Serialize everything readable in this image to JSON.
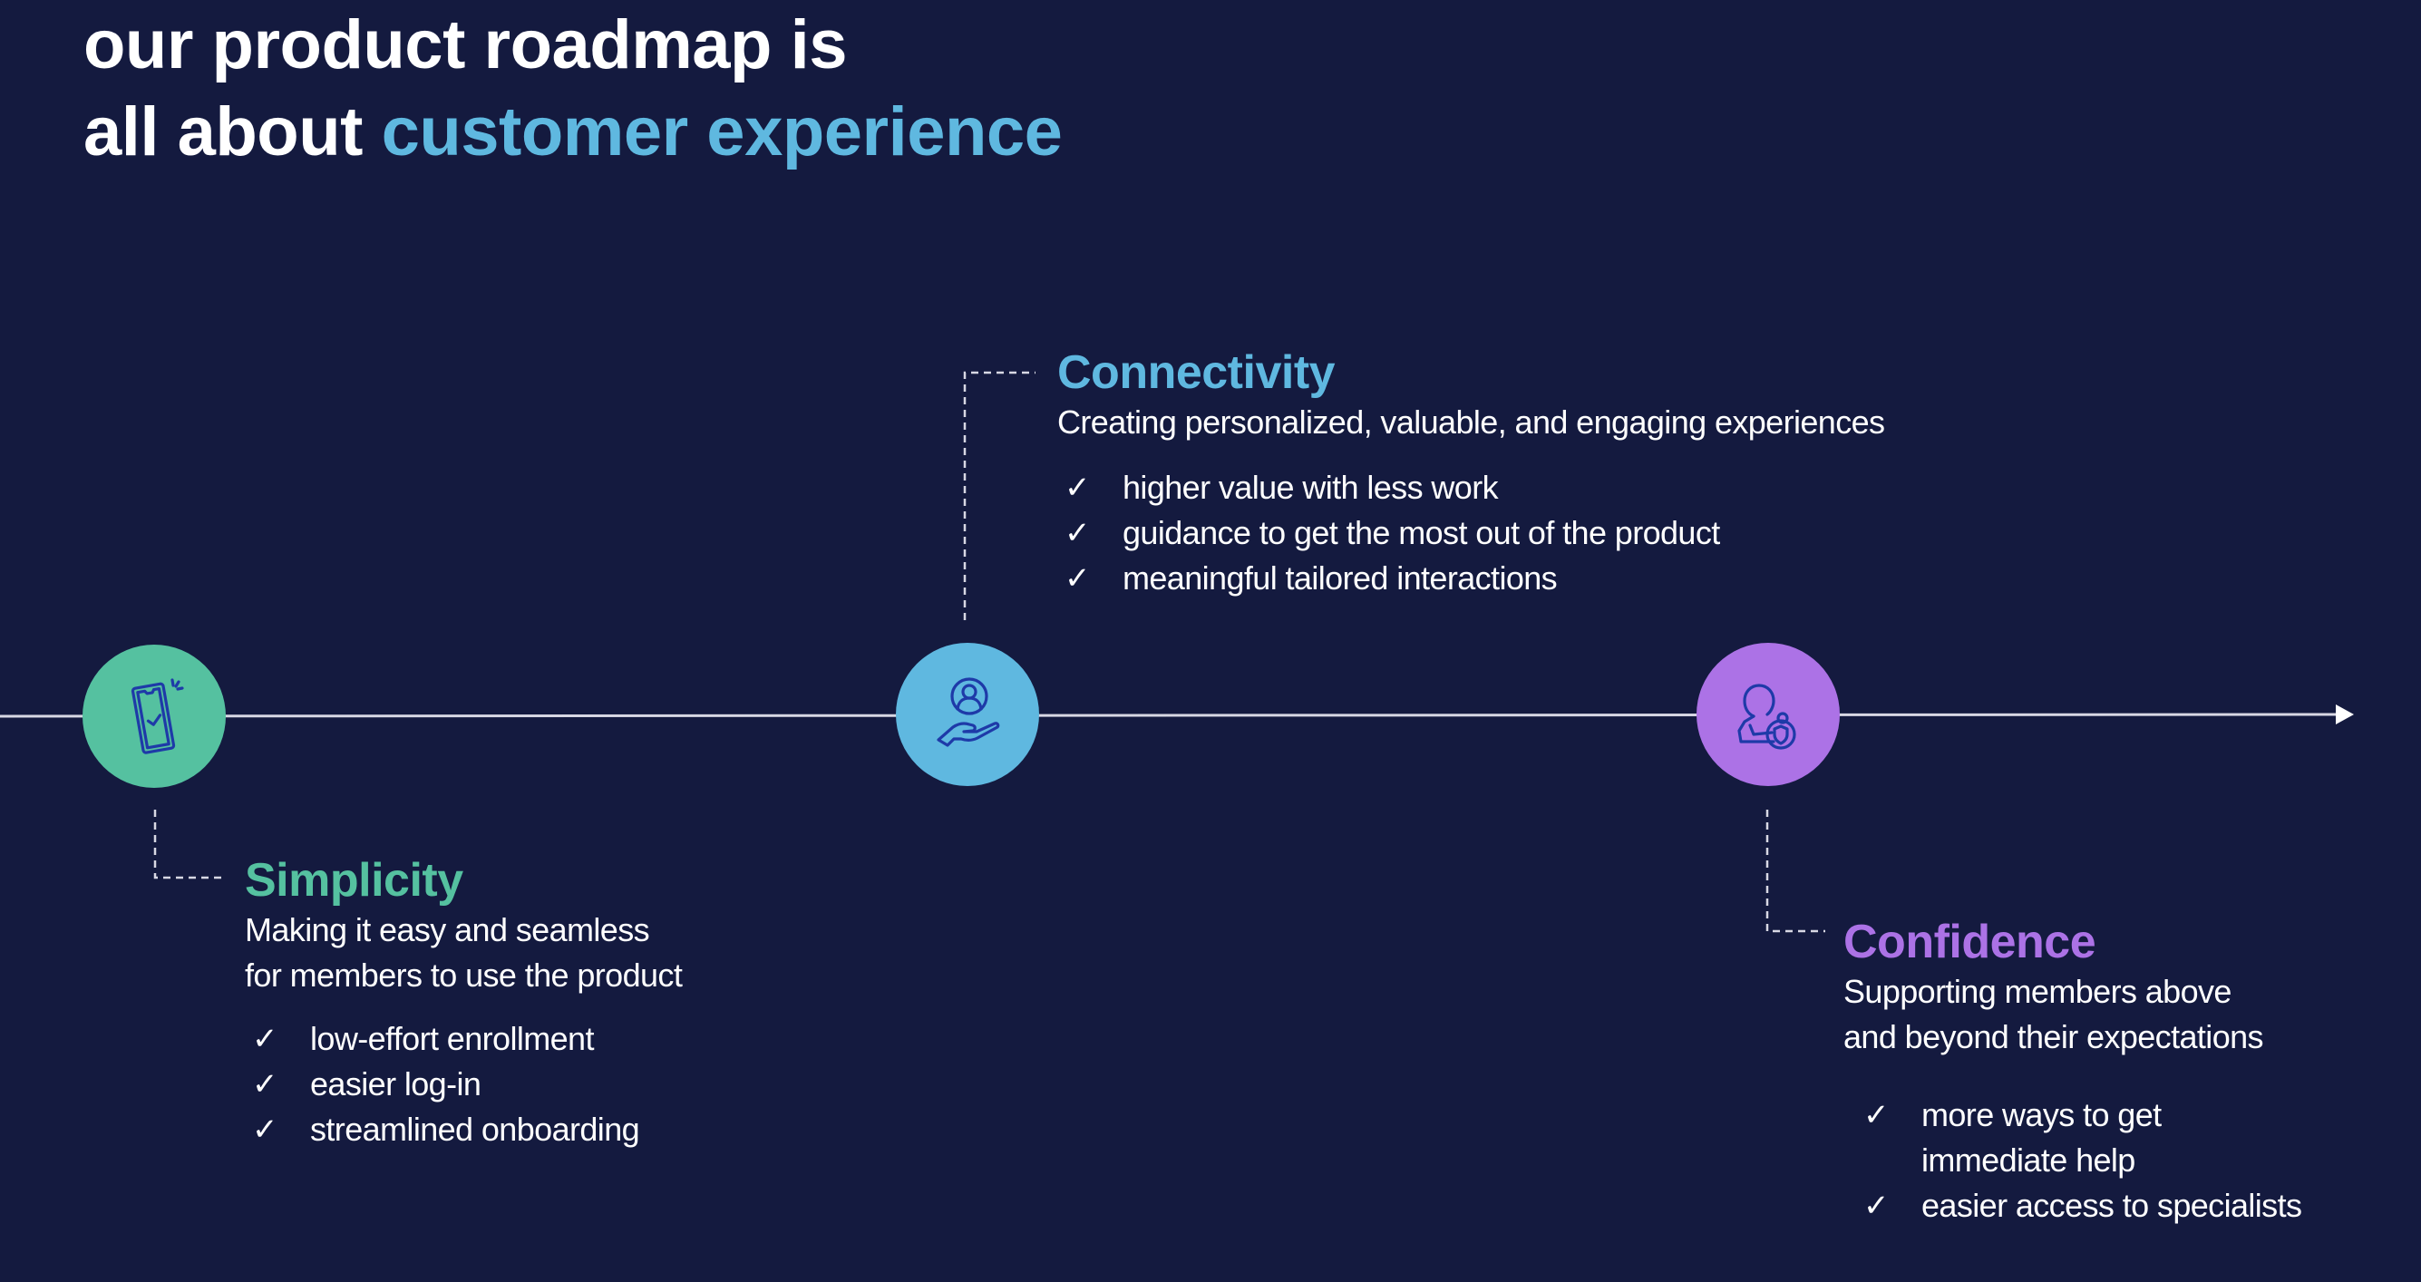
{
  "title": {
    "line1": "our product roadmap is",
    "line2_prefix": "all about ",
    "line2_accent": "customer experience"
  },
  "colors": {
    "background": "#141a3f",
    "accent": "#5fb8e0",
    "simplicity": "#55c1a0",
    "connectivity": "#5fb8e0",
    "confidence": "#ac72e6",
    "icon_stroke": "#1e3aa8",
    "timeline": "#d8d8e4"
  },
  "timeline": {
    "direction_icon": "arrow-right-icon",
    "stages": [
      {
        "id": "simplicity",
        "icon": "smartphone-check-icon",
        "heading": "Simplicity",
        "subtitle_lines": [
          "Making it easy and seamless",
          "for members to use the product"
        ],
        "items": [
          "low-effort enrollment",
          "easier log-in",
          "streamlined onboarding"
        ]
      },
      {
        "id": "connectivity",
        "icon": "hand-holding-user-icon",
        "heading": "Connectivity",
        "subtitle_lines": [
          "Creating personalized, valuable, and engaging experiences"
        ],
        "items": [
          "higher value with less work",
          "guidance to get the most out of the product",
          "meaningful tailored interactions"
        ]
      },
      {
        "id": "confidence",
        "icon": "user-shield-support-icon",
        "heading": "Confidence",
        "subtitle_lines": [
          "Supporting members above",
          "and beyond their expectations"
        ],
        "items": [
          "more ways to get immediate help",
          "easier access to specialists"
        ]
      }
    ],
    "check_glyph": "✓"
  }
}
